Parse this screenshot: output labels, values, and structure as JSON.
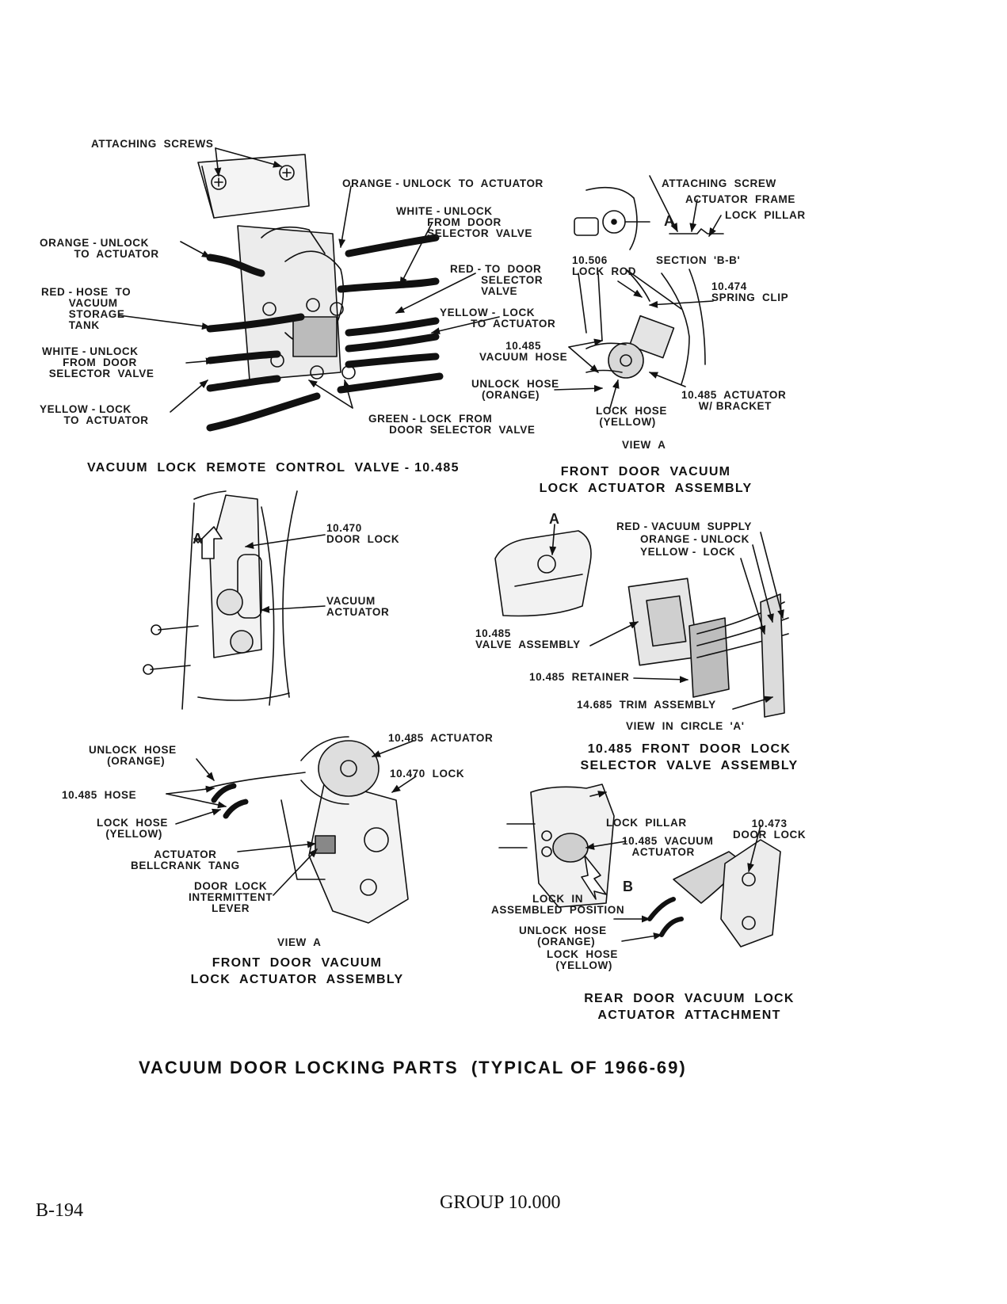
{
  "main_title": "VACUUM DOOR LOCKING PARTS  (TYPICAL OF 1966-69)",
  "footer": {
    "page_number": "B-194",
    "group": "GROUP 10.000"
  },
  "panels": {
    "remote_valve": {
      "caption": "VACUUM  LOCK  REMOTE  CONTROL  VALVE - 10.485",
      "labels": {
        "attaching_screws": "ATTACHING  SCREWS",
        "orange_unlock_top": "ORANGE - UNLOCK  TO  ACTUATOR",
        "white_unlock_top": "WHITE - UNLOCK\n         FROM  DOOR\n         SELECTOR  VALVE",
        "orange_unlock_left": "ORANGE - UNLOCK\n          TO  ACTUATOR",
        "red_to_door": "RED - TO  DOOR\n         SELECTOR\n         VALVE",
        "red_hose": "RED - HOSE  TO\n        VACUUM\n        STORAGE\n        TANK",
        "yellow_lock_right": "YELLOW -  LOCK\n         TO  ACTUATOR",
        "white_unlock_left": "WHITE - UNLOCK\n      FROM  DOOR\n  SELECTOR  VALVE",
        "yellow_lock_left": "YELLOW - LOCK\n       TO  ACTUATOR",
        "green_lock": "GREEN - LOCK  FROM\n      DOOR  SELECTOR  VALVE"
      }
    },
    "front_actuator_top": {
      "caption": "FRONT  DOOR  VACUUM\nLOCK  ACTUATOR  ASSEMBLY",
      "labels": {
        "attaching_screw": "ATTACHING  SCREW",
        "actuator_frame": "ACTUATOR  FRAME",
        "lock_pillar": "LOCK  PILLAR",
        "callout_a": "A",
        "section_bb": "SECTION  'B-B'",
        "lock_rod": "10.506\nLOCK  ROD",
        "spring_clip": "10.474\nSPRING  CLIP",
        "vacuum_hose": "10.485\nVACUUM  HOSE",
        "unlock_hose": "UNLOCK  HOSE\n   (ORANGE)",
        "actuator_bracket": "10.485  ACTUATOR\n     W/ BRACKET",
        "lock_hose": "LOCK  HOSE\n (YELLOW)",
        "view": "VIEW  A"
      }
    },
    "door_lock": {
      "labels": {
        "callout_a": "A",
        "door_lock": "10.470\nDOOR  LOCK",
        "vacuum_actuator": "VACUUM\nACTUATOR"
      }
    },
    "selector_valve": {
      "caption": "10.485  FRONT  DOOR  LOCK\nSELECTOR  VALVE  ASSEMBLY",
      "labels": {
        "callout_a": "A",
        "red_supply": "RED - VACUUM  SUPPLY",
        "orange_unlock": "ORANGE - UNLOCK",
        "yellow_lock": "YELLOW -  LOCK",
        "valve_assembly": "10.485\nVALVE  ASSEMBLY",
        "retainer": "10.485  RETAINER",
        "trim_assembly": "14.685  TRIM  ASSEMBLY",
        "view": "VIEW  IN  CIRCLE  'A'"
      }
    },
    "front_actuator_bottom": {
      "caption": "FRONT  DOOR  VACUUM\nLOCK  ACTUATOR  ASSEMBLY",
      "labels": {
        "actuator": "10.485  ACTUATOR",
        "lock": "10.470  LOCK",
        "unlock_hose": "UNLOCK  HOSE\n  (ORANGE)",
        "hose": "10.485  HOSE",
        "lock_hose": "LOCK  HOSE\n (YELLOW)",
        "bellcrank": "ACTUATOR\nBELLCRANK  TANG",
        "intermittent_lever": "DOOR  LOCK\nINTERMITTENT\nLEVER",
        "view": "VIEW  A"
      }
    },
    "rear_actuator": {
      "caption": "REAR  DOOR  VACUUM  LOCK\nACTUATOR  ATTACHMENT",
      "labels": {
        "lock_pillar": "LOCK  PILLAR",
        "vacuum_actuator": "10.485  VACUUM\n   ACTUATOR",
        "door_lock": "10.473\nDOOR  LOCK",
        "callout_b": "B",
        "lock_assembled": "LOCK  IN\nASSEMBLED  POSITION",
        "unlock_hose": "UNLOCK  HOSE\n  (ORANGE)",
        "lock_hose": "LOCK  HOSE\n (YELLOW)"
      }
    }
  }
}
